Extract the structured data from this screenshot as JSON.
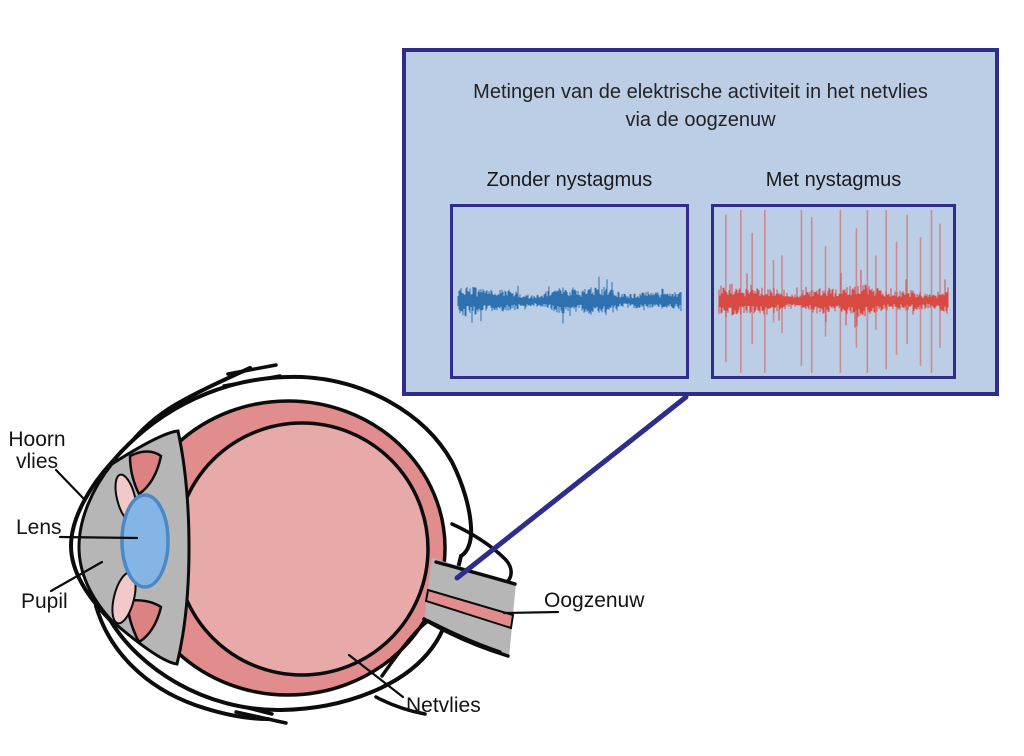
{
  "inset": {
    "title_line1": "Metingen van de elektrische activiteit in het netvlies",
    "title_line2": "via de oogzenuw",
    "background_color": "#bccee5",
    "border_color": "#2e2d8a",
    "connector_color": "#302c8b",
    "panels": [
      {
        "label": "Zonder nystagmus"
      },
      {
        "label": "Met nystagmus"
      }
    ]
  },
  "chart_data": [
    {
      "type": "line",
      "title": "Zonder nystagmus",
      "character": "continuous low-amplitude electrical noise band, no spikes",
      "color": "#2e71b1",
      "seed": 7,
      "center": 0.555,
      "core_amplitude": 0.075,
      "spikes": []
    },
    {
      "type": "line",
      "title": "Met nystagmus",
      "character": "electrical noise band with tall transient spike artefacts",
      "color": "#d84a42",
      "seed": 13,
      "center": 0.555,
      "core_amplitude": 0.085,
      "spikes": [
        {
          "x": 0.03,
          "up": 0.95,
          "down": 0.85
        },
        {
          "x": 0.095,
          "up": 1.0,
          "down": 1.0
        },
        {
          "x": 0.145,
          "up": 0.75,
          "down": 0.6
        },
        {
          "x": 0.2,
          "up": 1.0,
          "down": 1.0
        },
        {
          "x": 0.238,
          "up": 0.45,
          "down": 0.3
        },
        {
          "x": 0.275,
          "up": 0.5,
          "down": 0.45
        },
        {
          "x": 0.36,
          "up": 1.0,
          "down": 0.9
        },
        {
          "x": 0.405,
          "up": 0.92,
          "down": 1.0
        },
        {
          "x": 0.465,
          "up": 0.6,
          "down": 0.5
        },
        {
          "x": 0.53,
          "up": 1.0,
          "down": 1.0
        },
        {
          "x": 0.6,
          "up": 0.8,
          "down": 0.65
        },
        {
          "x": 0.648,
          "up": 1.0,
          "down": 1.0
        },
        {
          "x": 0.685,
          "up": 0.5,
          "down": 0.4
        },
        {
          "x": 0.73,
          "up": 1.0,
          "down": 0.95
        },
        {
          "x": 0.775,
          "up": 0.65,
          "down": 0.75
        },
        {
          "x": 0.822,
          "up": 0.95,
          "down": 0.6
        },
        {
          "x": 0.88,
          "up": 0.7,
          "down": 0.9
        },
        {
          "x": 0.928,
          "up": 1.0,
          "down": 1.0
        },
        {
          "x": 0.965,
          "up": 0.85,
          "down": 0.65
        }
      ]
    }
  ],
  "eye_labels": {
    "hoornvlies_line1": "Hoorn",
    "hoornvlies_line2": "vlies",
    "lens": "Lens",
    "pupil": "Pupil",
    "oogzenuw": "Oogzenuw",
    "netvlies": "Netvlies"
  },
  "eye_colors": {
    "outline": "#0c0c0c",
    "sclera": "#ffffff",
    "choroid_ring": "#e18d8d",
    "vitreous": "#e8a9a9",
    "anterior_gray": "#b6b6b7",
    "ciliary_pink": "#dd8282",
    "iris_light_pink": "#f2c9c9",
    "lens_fill": "#84b5e5",
    "lens_stroke": "#4d88c6"
  }
}
